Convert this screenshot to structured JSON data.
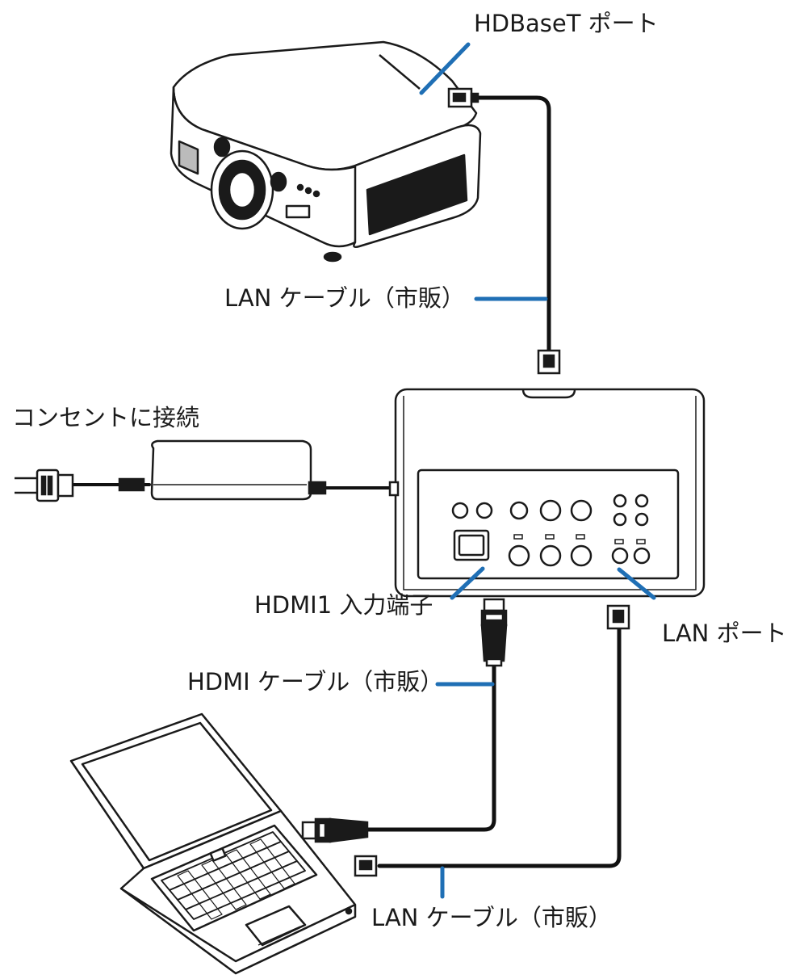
{
  "labels": {
    "hdbaset_port": "HDBaseT ポート",
    "lan_cable_top": "LAN ケーブル（市販）",
    "outlet": "コンセントに接続",
    "hdmi1_input": "HDMI1 入力端子",
    "lan_port": "LAN ポート",
    "hdmi_cable": "HDMI ケーブル（市販）",
    "lan_cable_bottom": "LAN ケーブル（市販）"
  },
  "colors": {
    "leader": "#1f6fb5",
    "line": "#1a1a1a",
    "cable": "#111111"
  }
}
